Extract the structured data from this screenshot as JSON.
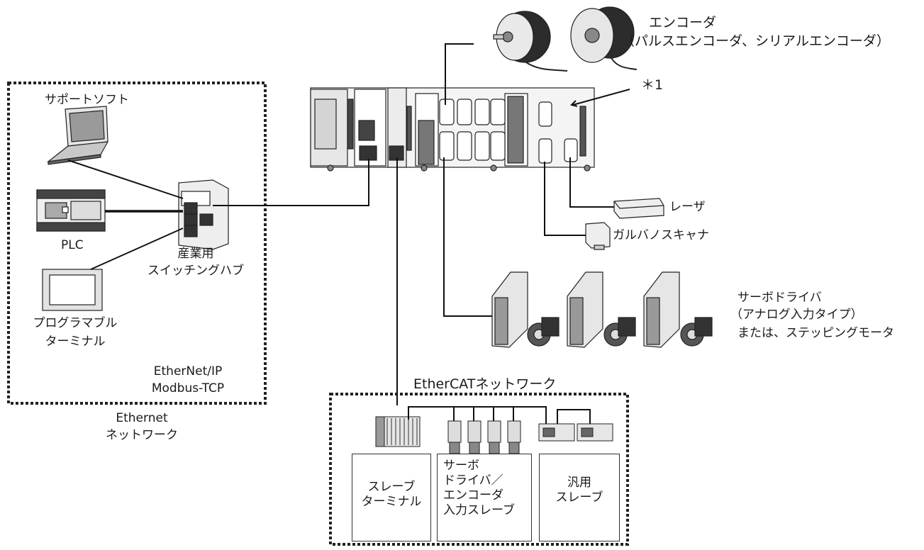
{
  "labels": {
    "encoder_title": "エンコーダ",
    "encoder_sub": "（パルスエンコーダ、シリアルエンコーダ）",
    "note_mark": "＊1",
    "support_soft": "サポートソフト",
    "plc": "PLC",
    "switch_hub_1": "産業用",
    "switch_hub_2": "スイッチングハブ",
    "pt_1": "プログラマブル",
    "pt_2": "ターミナル",
    "protocol_1": "EtherNet/IP",
    "protocol_2": "Modbus-TCP",
    "ethernet_1": "Ethernet",
    "ethernet_2": "ネットワーク",
    "laser": "レーザ",
    "galvano": "ガルバノスキャナ",
    "servo_1": "サーボドライバ",
    "servo_2": "（アナログ入力タイプ）",
    "servo_3": "または、ステッピングモータ",
    "ethercat": "EtherCATネットワーク",
    "slave_terminal_1": "スレーブ",
    "slave_terminal_2": "ターミナル",
    "servo_slave_1": "サーボ",
    "servo_slave_2": "ドライバ／",
    "servo_slave_3": "エンコーダ",
    "servo_slave_4": "入力スレーブ",
    "general_slave_1": "汎用",
    "general_slave_2": "スレーブ"
  }
}
